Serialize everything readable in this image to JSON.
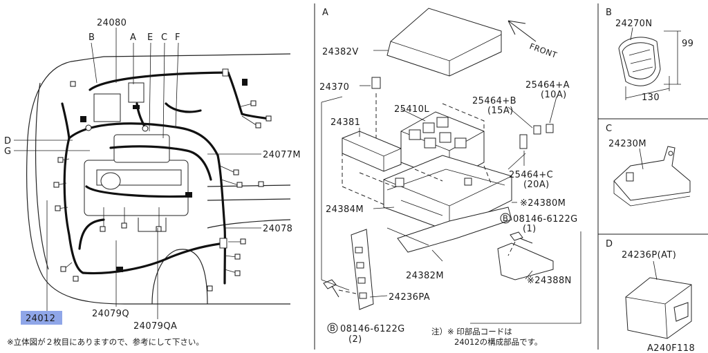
{
  "figure_code": "A240F118",
  "footnote_left": "※立体図が２枚目にありますので、参考にして下さい。",
  "footnote_right_1": "注）※ 印部品コードは",
  "footnote_right_2": "24012の構成部品です。",
  "main": {
    "part_24080": "24080",
    "callout_b": "B",
    "callout_a": "A",
    "callout_e": "E",
    "callout_c": "C",
    "callout_f": "F",
    "callout_d": "D",
    "callout_g": "G",
    "part_24077m": "24077M",
    "part_24078": "24078",
    "part_24079q": "24079Q",
    "part_24079qa": "24079QA",
    "part_24012": "24012"
  },
  "detail_a": {
    "title": "A",
    "front": "FRONT",
    "p_24382v": "24382V",
    "p_24370": "24370",
    "p_25410l": "25410L",
    "p_24381": "24381",
    "p_25464a": "25464+A",
    "p_25464a_amp": "(10A)",
    "p_25464b": "25464+B",
    "p_25464b_amp": "(15A)",
    "p_25464c": "25464+C",
    "p_25464c_amp": "(20A)",
    "p_24384m": "24384M",
    "p_24380m": "※24380M",
    "p_08146_1": "08146-6122G",
    "p_08146_1_qty": "(1)",
    "p_24382m": "24382M",
    "p_24388n": "※24388N",
    "p_24236pa": "24236PA",
    "p_08146_2": "08146-6122G",
    "p_08146_2_qty": "(2)",
    "circled_b": "B"
  },
  "detail_b": {
    "title": "B",
    "part": "24270N",
    "dim_height": "99",
    "dim_width": "130"
  },
  "detail_c": {
    "title": "C",
    "part": "24230M"
  },
  "detail_d": {
    "title": "D",
    "part": "24236P(AT)"
  }
}
